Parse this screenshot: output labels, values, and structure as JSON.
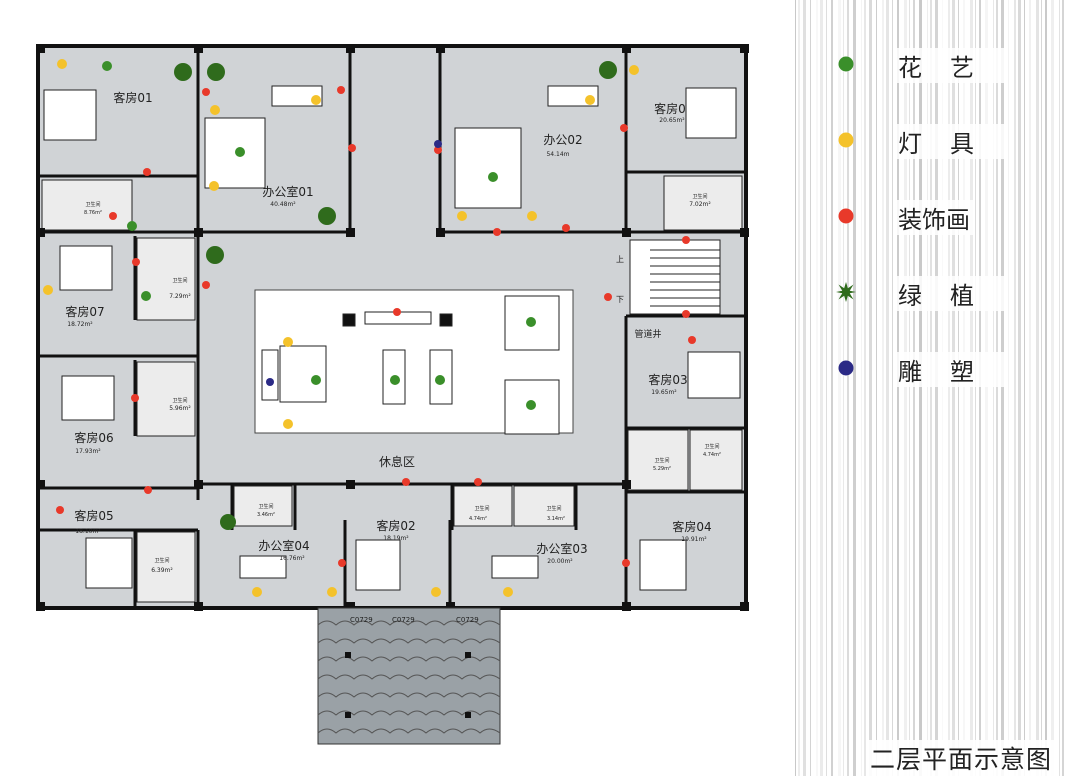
{
  "plan": {
    "rooms": [
      {
        "name": "客房01",
        "area": ""
      },
      {
        "name": "办公室01",
        "area": "40.48m²"
      },
      {
        "name": "办公02",
        "area": "54.14m"
      },
      {
        "name": "客房03",
        "area": "19.65m²"
      },
      {
        "name": "客房07",
        "area": "18.72m²"
      },
      {
        "name": "客房06",
        "area": "17.93m²"
      },
      {
        "name": "客房05",
        "area": "18.10m²"
      },
      {
        "name": "办公室04",
        "area": "16.76m²"
      },
      {
        "name": "客房02",
        "area": "18.19m²"
      },
      {
        "name": "办公室03",
        "area": "20.00m²"
      },
      {
        "name": "客房04",
        "area": "19.91m²"
      },
      {
        "name": "客房0",
        "area": "20.65m²"
      }
    ],
    "bathrooms": [
      {
        "name": "卫生间",
        "area": "8.76m²"
      },
      {
        "name": "卫生间",
        "area": "7.29m²"
      },
      {
        "name": "卫生间",
        "area": "5.96m²"
      },
      {
        "name": "卫生间",
        "area": "6.39m²"
      },
      {
        "name": "卫生间",
        "area": "3.46m²"
      },
      {
        "name": "卫生间",
        "area": "4.74m²"
      },
      {
        "name": "卫生间",
        "area": "3.14m²"
      },
      {
        "name": "卫生间",
        "area": "5.29m²"
      },
      {
        "name": "卫生间",
        "area": "4.74m²"
      },
      {
        "name": "卫生间",
        "area": "7.02m²"
      }
    ],
    "lounge": "休息区",
    "shaft": "管道井",
    "stair_up": "上",
    "stair_down": "下",
    "door_codes": [
      "C0729",
      "C0729",
      "C0729"
    ]
  },
  "legend": [
    {
      "label": "花艺",
      "icon": "flower-dot",
      "color": "#3a8f2a"
    },
    {
      "label": "灯具",
      "icon": "lamp-dot",
      "color": "#f4c22b"
    },
    {
      "label": "装饰画",
      "icon": "painting-dot",
      "color": "#e8392a"
    },
    {
      "label": "绿植",
      "icon": "plant-icon",
      "color": "#2f6b1c"
    },
    {
      "label": "雕塑",
      "icon": "sculpture-dot",
      "color": "#2b2a86"
    }
  ],
  "caption": "二层平面示意图"
}
